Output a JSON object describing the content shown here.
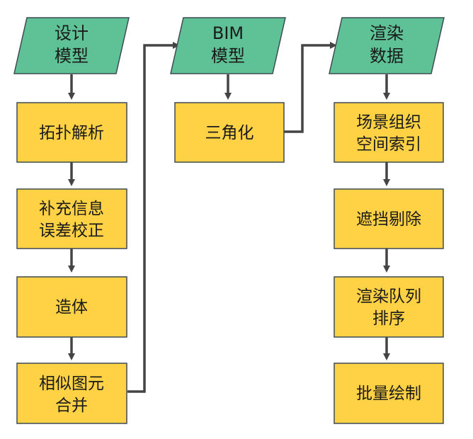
{
  "colors": {
    "io_fill": "#5ec296",
    "process_fill": "#ffd246",
    "stroke": "#3f4a52",
    "arrow": "#444444"
  },
  "column1": {
    "input": [
      "设计",
      "模型"
    ],
    "steps": [
      [
        "拓扑解析"
      ],
      [
        "补充信息",
        "误差校正"
      ],
      [
        "造体"
      ],
      [
        "相似图元",
        "合并"
      ]
    ]
  },
  "column2": {
    "input": [
      "BIM",
      "模型"
    ],
    "steps": [
      [
        "三角化"
      ]
    ]
  },
  "column3": {
    "input": [
      "渲染",
      "数据"
    ],
    "steps": [
      [
        "场景组织",
        "空间索引"
      ],
      [
        "遮挡剔除"
      ],
      [
        "渲染队列",
        "排序"
      ],
      [
        "批量绘制"
      ]
    ]
  }
}
